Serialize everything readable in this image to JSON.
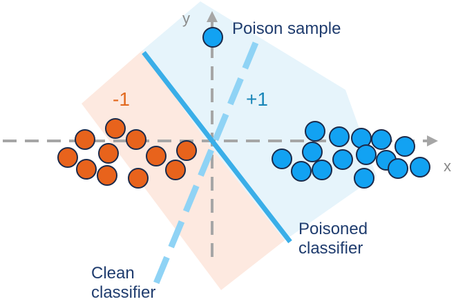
{
  "axes": {
    "x_label": "x",
    "y_label": "y"
  },
  "regions": {
    "negative": {
      "label": "-1",
      "color": "#e2691f",
      "fill": "#fde9e0"
    },
    "positive": {
      "label": "+1",
      "color": "#1a86b8",
      "fill": "#e6f4fb"
    }
  },
  "annotations": {
    "poison_sample": "Poison sample",
    "poisoned_classifier": [
      "Poisoned",
      "classifier"
    ],
    "clean_classifier": [
      "Clean",
      "classifier"
    ]
  },
  "points": {
    "negative": {
      "count": 11,
      "color": "#e8631c",
      "outline": "#1b2a4a"
    },
    "positive": {
      "count": 15,
      "color": "#12a2f2",
      "outline": "#1b2a4a"
    },
    "poison": {
      "count": 1,
      "color": "#12a2f2",
      "outline": "#1b2a4a"
    }
  },
  "lines": {
    "poisoned_classifier": {
      "color": "#3aaee8",
      "style": "solid"
    },
    "clean_classifier": {
      "color": "#8fd3f5",
      "style": "dashed"
    }
  }
}
